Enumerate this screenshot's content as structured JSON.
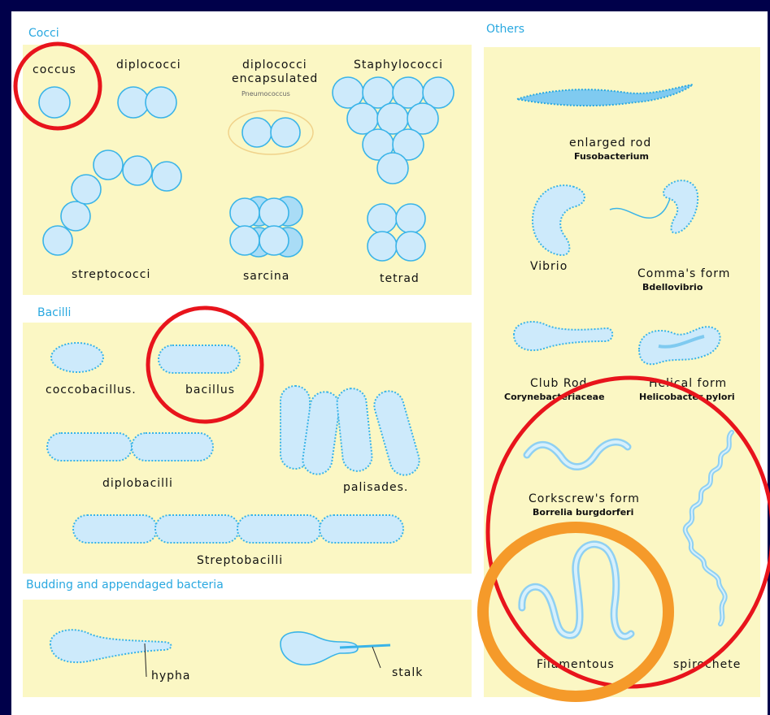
{
  "sections": {
    "cocci": "Cocci",
    "bacilli": "Bacilli",
    "budding": "Budding and appendaged bacteria",
    "others": "Others"
  },
  "cocci": {
    "coccus": "coccus",
    "diplococci": "diplococci",
    "diplococci_encapsulated_1": "diplococci",
    "diplococci_encapsulated_2": "encapsulated",
    "pneumococcus": "Pneumococcus",
    "staphylococci": "Staphylococci",
    "streptococci": "streptococci",
    "sarcina": "sarcina",
    "tetrad": "tetrad"
  },
  "bacilli": {
    "coccobacillus": "coccobacillus.",
    "bacillus": "bacillus",
    "diplobacilli": "diplobacilli",
    "palisades": "palisades.",
    "streptobacilli": "Streptobacilli"
  },
  "budding": {
    "hypha": "hypha",
    "stalk": "stalk"
  },
  "others": {
    "enlarged_rod": "enlarged rod",
    "fusobacterium": "Fusobacterium",
    "vibrio": "Vibrio",
    "commas_form": "Comma's form",
    "bdellovibrio": "Bdellovibrio",
    "club_rod": "Club Rod",
    "corynebacteriaceae": "Corynebacteriaceae",
    "helical_form": "Helical form",
    "helicobacter": "Helicobacter pylori",
    "corkscrew": "Corkscrew's form",
    "borrelia": "Borrelia burgdorferi",
    "filamentous": "Filamentous",
    "spirochete": "spirochete"
  },
  "colors": {
    "background": "#00004a",
    "panel": "#fbf7c4",
    "cell_fill": "#cdeafb",
    "cell_stroke": "#3ab4e8",
    "section_title": "#29a8e0",
    "highlight_red": "#e8141c",
    "highlight_orange": "#f59a2a"
  }
}
